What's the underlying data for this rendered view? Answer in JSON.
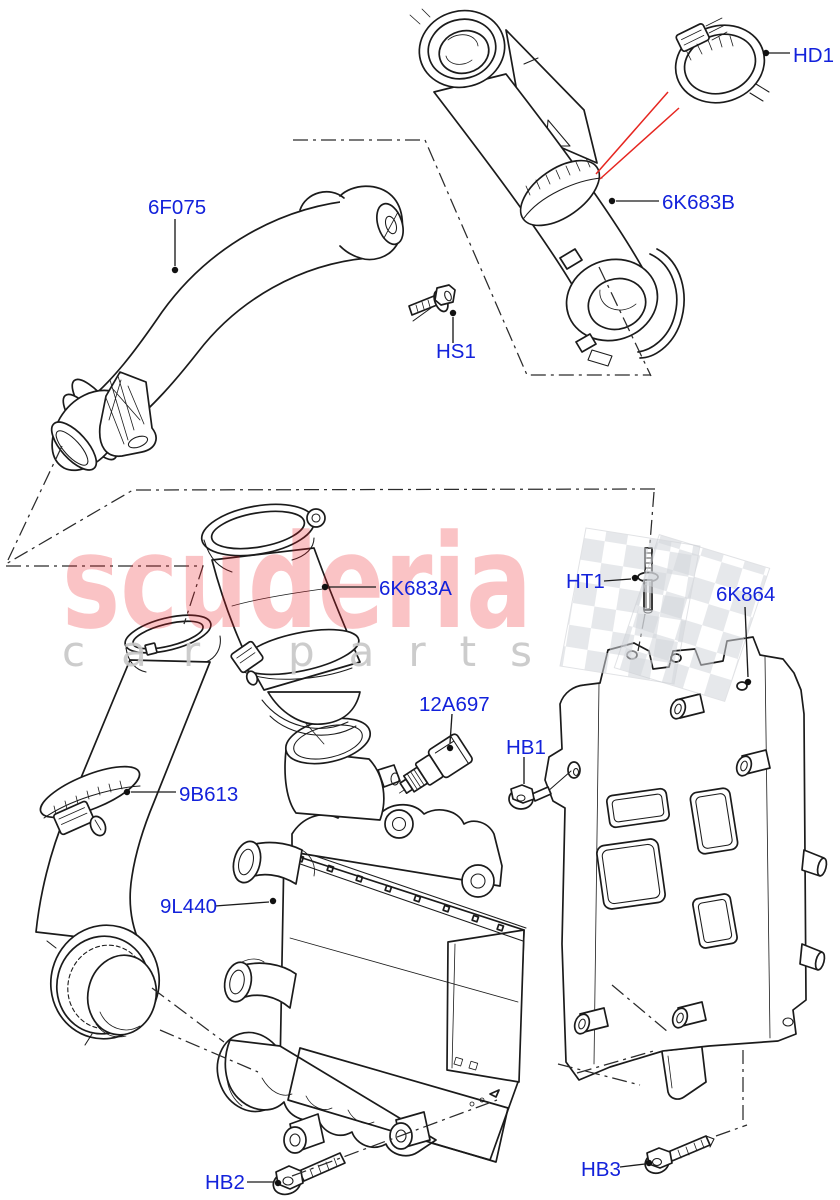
{
  "diagram": {
    "type": "exploded-parts-diagram",
    "colors": {
      "label_blue": "#1322DB",
      "line_art": "#1b1b1b",
      "red_callout": "#e62620",
      "watermark_pink": "#ED1C24",
      "watermark_gray": "#c7c7c7",
      "background": "#ffffff"
    }
  },
  "watermark": {
    "brand": "scuderia",
    "tagline_word1": "car",
    "tagline_word2": "parts"
  },
  "labels": [
    {
      "part": "6F075"
    },
    {
      "part": "HD1"
    },
    {
      "part": "6K683B"
    },
    {
      "part": "HS1"
    },
    {
      "part": "6K683A"
    },
    {
      "part": "HT1"
    },
    {
      "part": "6K864"
    },
    {
      "part": "12A697"
    },
    {
      "part": "HB1"
    },
    {
      "part": "9B613"
    },
    {
      "part": "9L440"
    },
    {
      "part": "HB2"
    },
    {
      "part": "HB3"
    }
  ]
}
